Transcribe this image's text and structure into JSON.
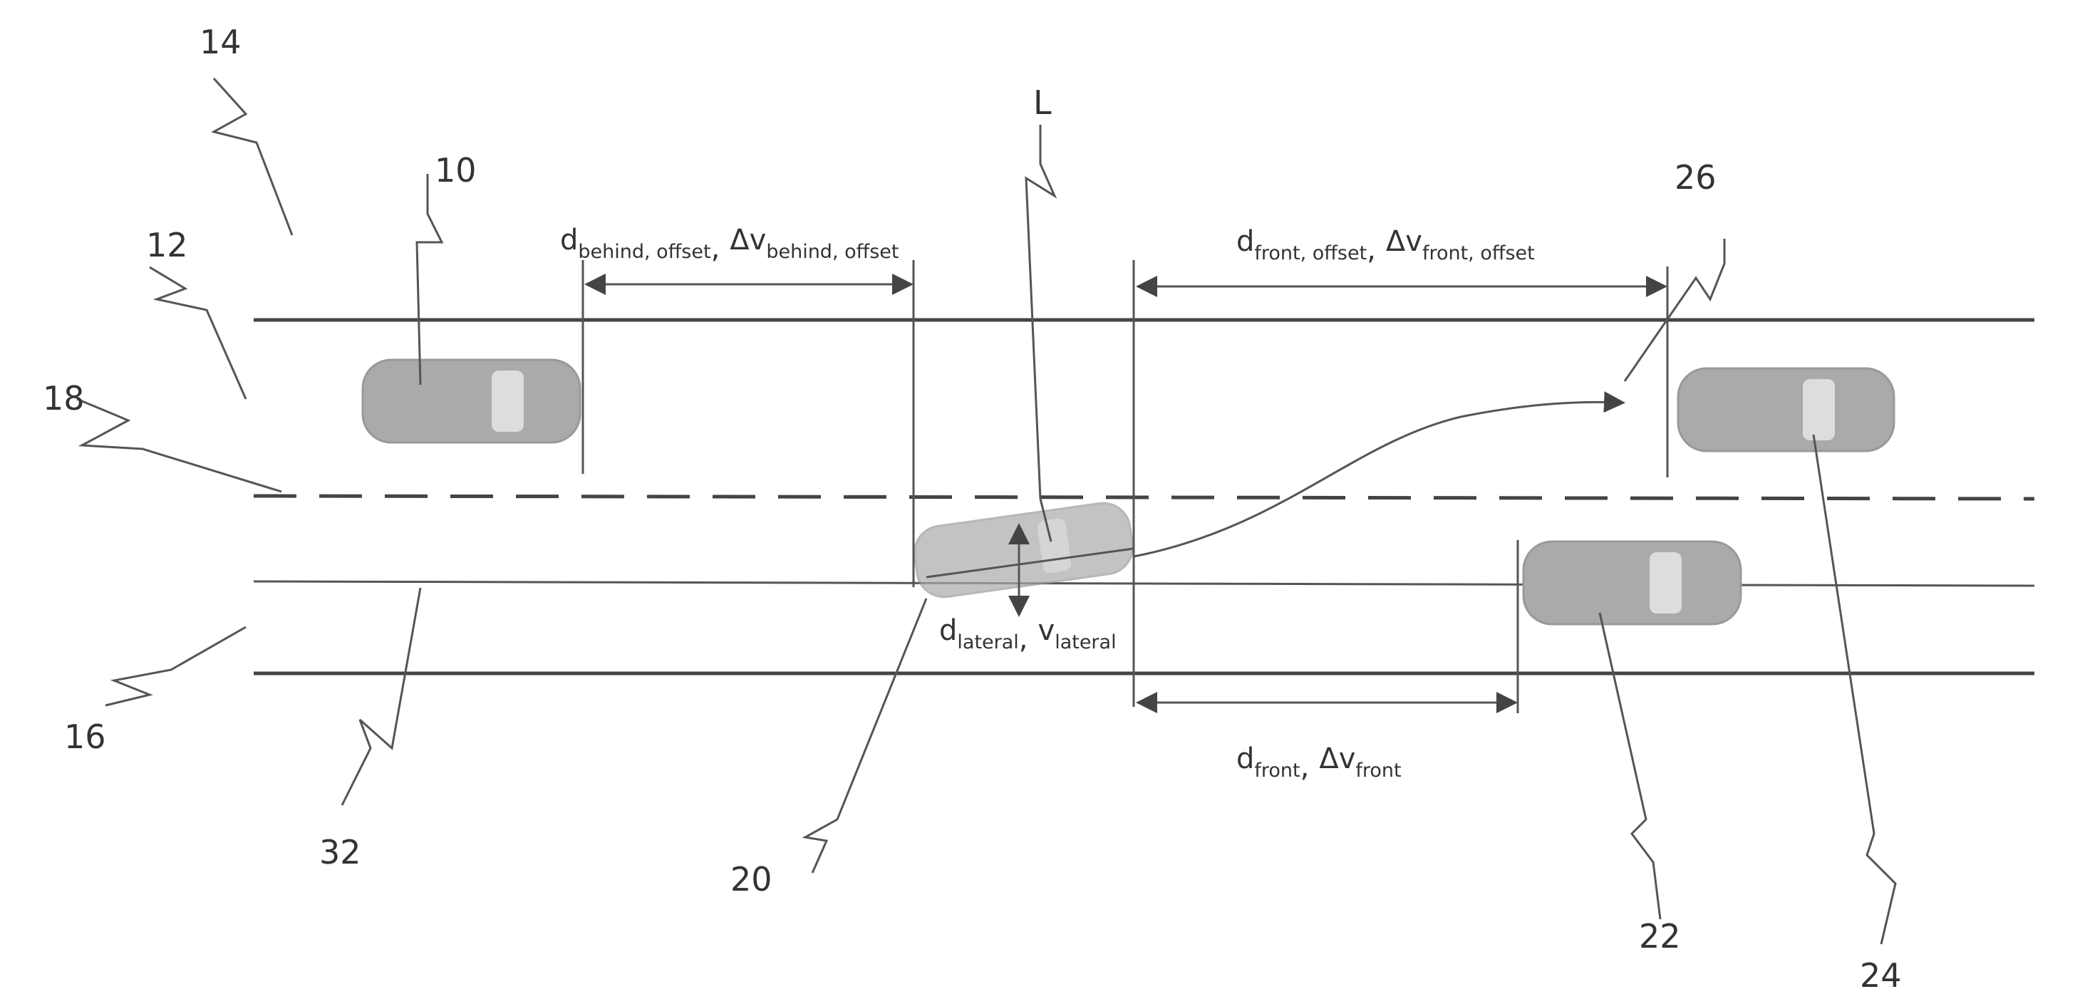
{
  "figure": {
    "reference_numerals": {
      "n14": "14",
      "n12": "12",
      "n18": "18",
      "n16": "16",
      "n32": "32",
      "n10": "10",
      "nL": "L",
      "n26": "26",
      "n20": "20",
      "n22": "22",
      "n24": "24"
    },
    "labels": {
      "behind": {
        "d": "d",
        "d_sub": "behind, offset",
        "sep": ",",
        "dv": "Δv",
        "dv_sub": "behind, offset"
      },
      "front_offset": {
        "d": "d",
        "d_sub": "front, offset",
        "sep": ",",
        "dv": "Δv",
        "dv_sub": "front, offset"
      },
      "front": {
        "d": "d",
        "d_sub": "front",
        "sep": ",",
        "dv": "Δv",
        "dv_sub": "front"
      },
      "lateral": {
        "d": "d",
        "d_sub": "lateral",
        "sep": ",",
        "v": "v",
        "v_sub": "lateral"
      }
    }
  }
}
